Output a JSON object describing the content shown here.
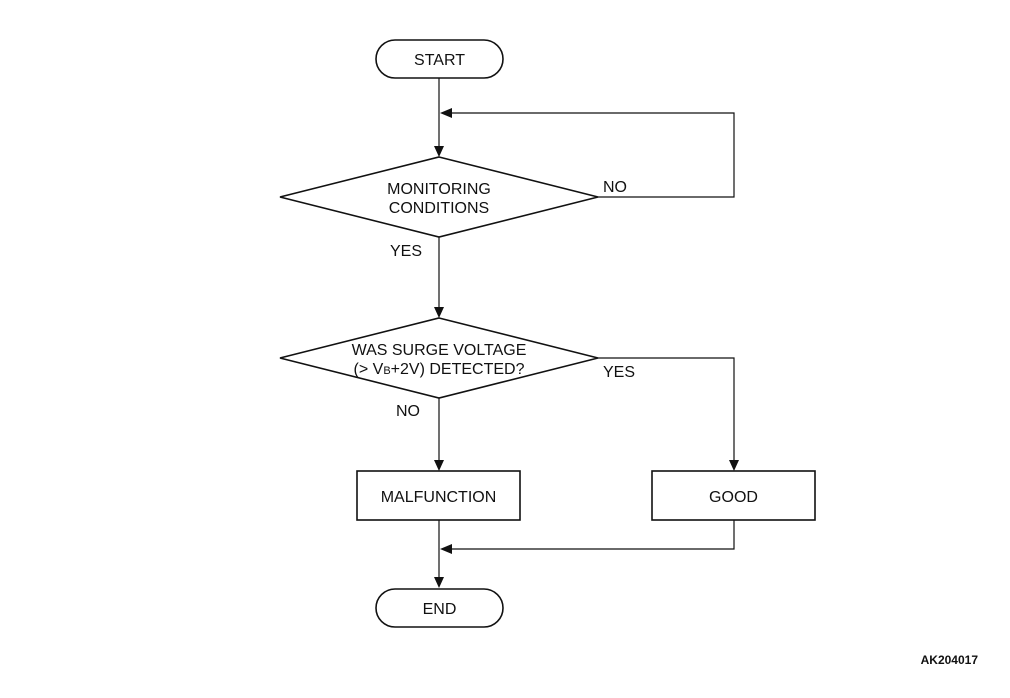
{
  "flowchart": {
    "start_label": "START",
    "decision1": {
      "line1": "MONITORING",
      "line2": "CONDITIONS",
      "yes_label": "YES",
      "no_label": "NO"
    },
    "decision2": {
      "line1": "WAS SURGE VOLTAGE",
      "line2_prefix": "(> V",
      "line2_subscript": "B",
      "line2_suffix": "+2V) DETECTED?",
      "yes_label": "YES",
      "no_label": "NO"
    },
    "malfunction_label": "MALFUNCTION",
    "good_label": "GOOD",
    "end_label": "END"
  },
  "figure_code": "AK204017"
}
